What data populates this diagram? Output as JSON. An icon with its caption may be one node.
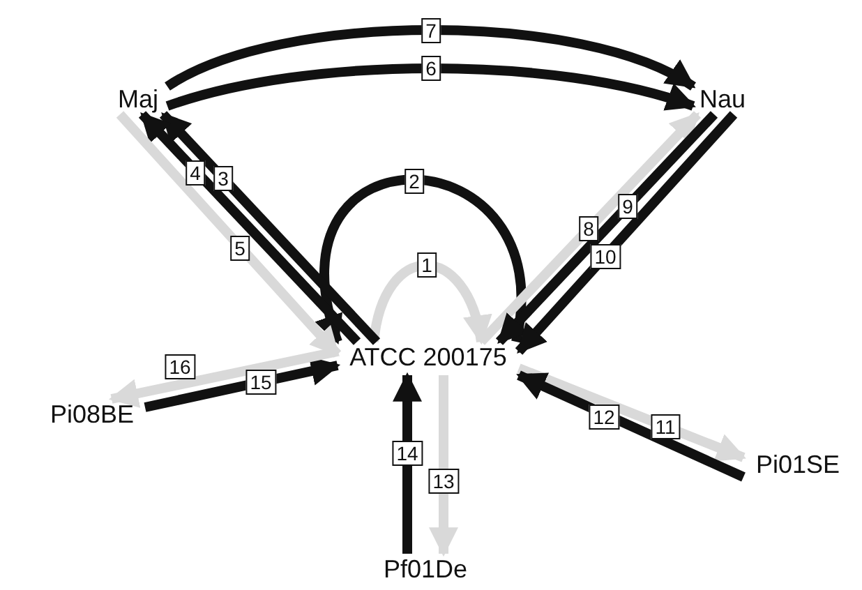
{
  "diagram": {
    "nodes": [
      {
        "text": [
          "Maj"
        ]
      },
      {
        "text": [
          "Nau"
        ]
      },
      {
        "text": [
          "ATCC 200175"
        ]
      },
      {
        "text": [
          "Pi08BE"
        ]
      },
      {
        "text": [
          "Pi01SE"
        ]
      },
      {
        "text": [
          "Pf01De"
        ]
      }
    ],
    "edges": [
      {
        "from": 2,
        "to": 2,
        "arrow": "to",
        "label": "1",
        "color": "#d9d9d9"
      },
      {
        "from": 2,
        "to": 2,
        "arrow": "to",
        "label": "2"
      },
      {
        "from": 2,
        "to": 0,
        "arrow": "to",
        "label": "3"
      },
      {
        "from": 2,
        "to": 0,
        "arrow": "to",
        "label": "4"
      },
      {
        "from": 0,
        "to": 2,
        "arrow": "to",
        "label": "5",
        "color": "#d9d9d9"
      },
      {
        "from": 0,
        "to": 1,
        "arrow": "to",
        "label": "6"
      },
      {
        "from": 0,
        "to": 1,
        "arrow": "to",
        "label": "7"
      },
      {
        "from": 2,
        "to": 1,
        "arrow": "to",
        "label": "8",
        "color": "#d9d9d9"
      },
      {
        "from": 1,
        "to": 2,
        "arrow": "to",
        "label": "9"
      },
      {
        "from": 1,
        "to": 2,
        "arrow": "to",
        "label": "10"
      },
      {
        "from": 2,
        "to": 4,
        "arrow": "to",
        "label": "11",
        "color": "#d9d9d9"
      },
      {
        "from": 4,
        "to": 2,
        "arrow": "to",
        "label": "12"
      },
      {
        "from": 2,
        "to": 5,
        "arrow": "to",
        "label": "13",
        "color": "#d9d9d9"
      },
      {
        "from": 5,
        "to": 2,
        "arrow": "to",
        "label": "14"
      },
      {
        "from": 3,
        "to": 2,
        "arrow": "to",
        "label": "15"
      },
      {
        "from": 2,
        "to": 3,
        "arrow": "to",
        "label": "16",
        "color": "#d9d9d9"
      }
    ]
  }
}
